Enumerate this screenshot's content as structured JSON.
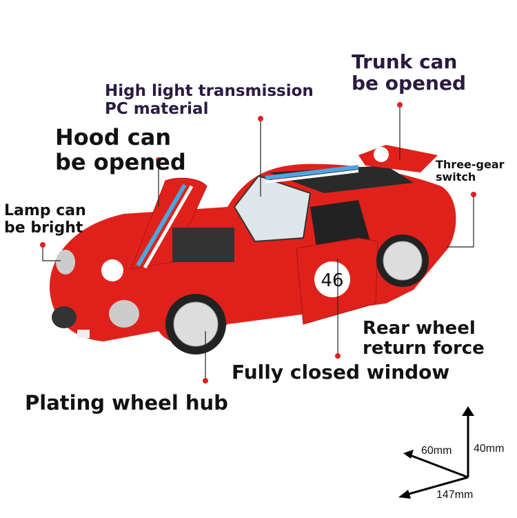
{
  "labels": {
    "trunk": [
      "Trunk can",
      "be opened"
    ],
    "pc": [
      "High light transmission",
      "PC material"
    ],
    "hood": [
      "Hood can",
      "be opened"
    ],
    "lamp": [
      "Lamp can",
      "be bright"
    ],
    "gear": [
      "Three-gear",
      "switch"
    ],
    "rear_wheel": [
      "Rear wheel",
      "return force"
    ],
    "window": "Fully closed window",
    "hub": "Plating wheel hub"
  },
  "car": {
    "number": "46",
    "body_color": "#e0211b",
    "stripe_color": "#4aa8e0"
  },
  "dimensions": {
    "length": "147mm",
    "width": "60mm",
    "height": "40mm"
  },
  "colors": {
    "marker": "#e02020",
    "heading_purple": "#2b1a3f"
  }
}
